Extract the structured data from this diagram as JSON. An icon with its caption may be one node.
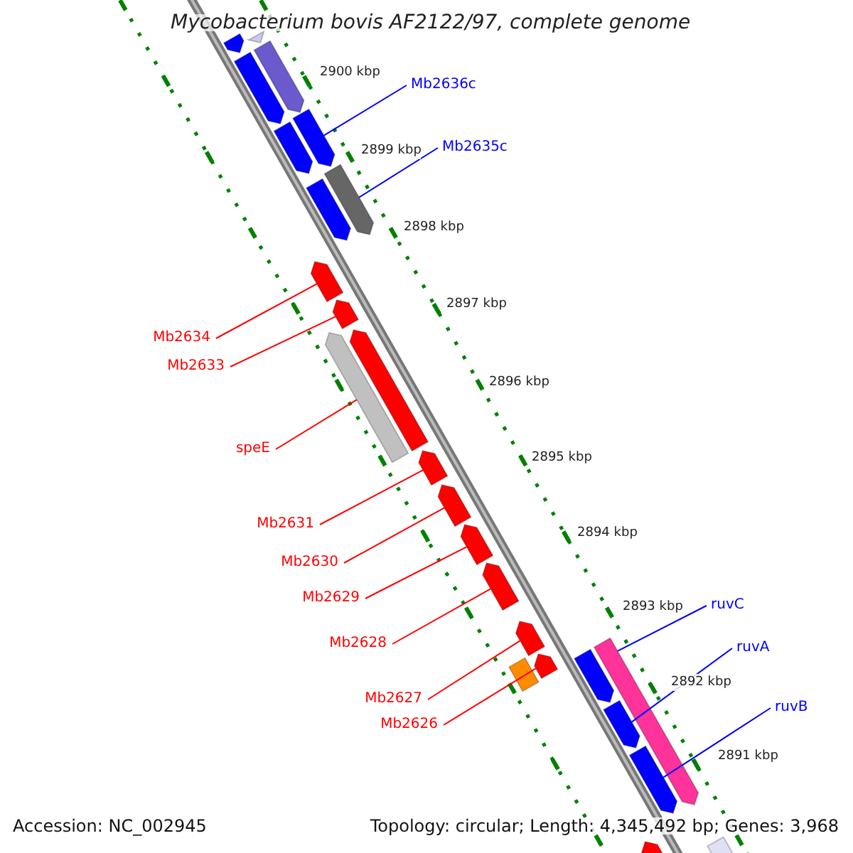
{
  "diagram": {
    "title": "Mycobacterium bovis AF2122/97, complete genome",
    "nodes": [
      {
        "text": [
          "Mb2636c"
        ]
      },
      {
        "text": [
          "Mb2635c"
        ]
      },
      {
        "text": [
          "Mb2634"
        ]
      },
      {
        "text": [
          "Mb2633"
        ]
      },
      {
        "text": [
          "speE"
        ]
      },
      {
        "text": [
          "Mb2631"
        ]
      },
      {
        "text": [
          "Mb2630"
        ]
      },
      {
        "text": [
          "Mb2629"
        ]
      },
      {
        "text": [
          "Mb2628"
        ]
      },
      {
        "text": [
          "Mb2627"
        ]
      },
      {
        "text": [
          "Mb2626"
        ]
      },
      {
        "text": [
          "ruvC"
        ]
      },
      {
        "text": [
          "ruvA"
        ]
      },
      {
        "text": [
          "ruvB"
        ]
      },
      {
        "text": [],
        "shape": "pentagon"
      },
      {
        "text": [],
        "shape": "pentagon"
      },
      {
        "text": [],
        "shape": "pentagon"
      },
      {
        "text": [],
        "shape": "pentagon"
      },
      {
        "text": [],
        "shape": "pentagon"
      },
      {
        "text": [],
        "shape": "pentagon"
      },
      {
        "text": [],
        "shape": "pentagon"
      },
      {
        "text": [],
        "shape": "pentagon"
      },
      {
        "text": [],
        "shape": "pentagon"
      },
      {
        "text": [],
        "shape": "pentagon"
      },
      {
        "text": [],
        "shape": "pentagon"
      },
      {
        "text": [],
        "shape": "pentagon"
      },
      {
        "text": [],
        "shape": "pentagon"
      },
      {
        "text": [],
        "shape": "pentagon"
      },
      {
        "text": [],
        "shape": "pentagon"
      },
      {
        "text": [],
        "shape": "pentagon"
      },
      {
        "text": [],
        "shape": "pentagon"
      },
      {
        "text": [],
        "shape": "pentagon"
      },
      {
        "text": [],
        "shape": "pentagon"
      },
      {
        "text": [],
        "shape": "pentagon"
      },
      {
        "text": [],
        "shape": "box"
      },
      {
        "text": [],
        "shape": "pentagon"
      },
      {
        "text": [],
        "shape": "pentagon"
      },
      {
        "text": [],
        "shape": "pentagon"
      },
      {
        "text": [],
        "shape": "pentagon"
      }
    ],
    "edges": [
      {
        "from": 0,
        "to": 18,
        "arrow": "none",
        "color": "#0000ff"
      },
      {
        "from": 1,
        "to": 20,
        "arrow": "none",
        "color": "#0000ff"
      },
      {
        "from": 2,
        "to": 22,
        "arrow": "none"
      },
      {
        "from": 3,
        "to": 23,
        "arrow": "none"
      },
      {
        "from": 4,
        "to": 25,
        "arrow": "none"
      },
      {
        "from": 5,
        "to": 26,
        "arrow": "none"
      },
      {
        "from": 6,
        "to": 27,
        "arrow": "none"
      },
      {
        "from": 7,
        "to": 28,
        "arrow": "none"
      },
      {
        "from": 8,
        "to": 29,
        "arrow": "none"
      },
      {
        "from": 9,
        "to": 30,
        "arrow": "none"
      },
      {
        "from": 10,
        "to": 32,
        "arrow": "none"
      },
      {
        "from": 11,
        "to": 31,
        "arrow": "none",
        "color": "#0000ff"
      },
      {
        "from": 12,
        "to": 35,
        "arrow": "none",
        "color": "#0000ff"
      },
      {
        "from": 13,
        "to": 36,
        "arrow": "none",
        "color": "#0000ff"
      }
    ],
    "labels": [
      "2900 kbp",
      "2899 kbp",
      "2898 kbp",
      "2897 kbp",
      "2896 kbp",
      "2895 kbp",
      "2894 kbp",
      "2893 kbp",
      "2892 kbp",
      "2891 kbp",
      "Accession: NC_002945",
      "Topology: circular; Length: 4,345,492 bp; Genes: 3,968"
    ]
  }
}
